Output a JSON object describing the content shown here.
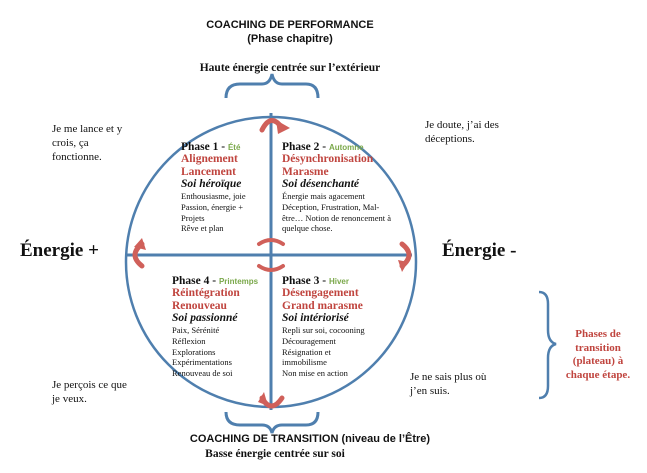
{
  "top": {
    "title": "COACHING DE PERFORMANCE",
    "subtitle": "(Phase chapitre)",
    "caption": "Haute énergie centrée sur l’extérieur"
  },
  "bottom": {
    "title": "COACHING DE TRANSITION  (niveau de l’Être)",
    "caption": "Basse énergie centrée sur soi"
  },
  "axis": {
    "left": "Énergie +",
    "right": "Énergie -"
  },
  "corners": {
    "top_left": [
      "Je me lance et y",
      "crois, ça",
      "fonctionne."
    ],
    "top_right": [
      "Je doute, j’ai des",
      "déceptions."
    ],
    "bottom_left": [
      "Je perçois ce que",
      "je veux."
    ],
    "bottom_right": [
      "Je ne sais plus où",
      "j’en suis."
    ]
  },
  "transition_note": [
    "Phases de",
    "transition",
    "(plateau) à",
    "chaque étape."
  ],
  "phases": {
    "p1": {
      "label": "Phase 1 -",
      "season": "Été",
      "names": [
        "Alignement",
        "Lancement"
      ],
      "soi": "Soi héroïque",
      "details": [
        "Enthousiasme, joie",
        "Passion, énergie +",
        "Projets",
        "Rêve et plan"
      ]
    },
    "p2": {
      "label": "Phase 2 -",
      "season": "Automne",
      "names": [
        "Désynchronisation",
        "Marasme"
      ],
      "soi": "Soi désenchanté",
      "details": [
        "Énergie mais agacement",
        "Déception, Frustration, Mal-",
        "être… Notion de renoncement à",
        "quelque chose."
      ]
    },
    "p3": {
      "label": "Phase 3 -",
      "season": "Hiver",
      "names": [
        "Désengagement",
        "Grand marasme"
      ],
      "soi": "Soi intériorisé",
      "details": [
        "Repli sur soi, cocooning",
        "Découragement",
        "Résignation et",
        "immobilisme",
        "Non mise en action"
      ]
    },
    "p4": {
      "label": "Phase 4 -",
      "season": "Printemps",
      "names": [
        "Réintégration",
        "Renouveau"
      ],
      "soi": "Soi passionné",
      "details": [
        "Paix, Sérénité",
        "Réflexion",
        "Explorations",
        "Expérimentations",
        "Renouveau de soi"
      ]
    }
  },
  "colors": {
    "circle": "#4f7fae",
    "arrow": "#d0605a",
    "accent_red": "#c0453f",
    "accent_green": "#7aa84a"
  }
}
